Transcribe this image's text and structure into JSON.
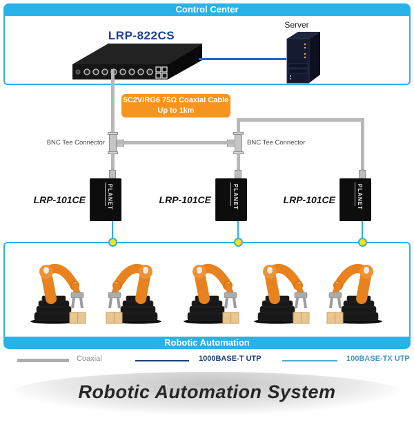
{
  "control_center": {
    "banner": "Control Center",
    "switch_label": "LRP-822CS",
    "server_label": "Server"
  },
  "coax_note": {
    "line1": "5C2V/RG6 75Ω Coaxial Cable",
    "line2": "Up to 1km"
  },
  "bnc": {
    "left_label": "BNC Tee Connector",
    "right_label": "BNC Tee Connector"
  },
  "converters": [
    {
      "label": "LRP-101CE",
      "brand": "PLANET"
    },
    {
      "label": "LRP-101CE",
      "brand": "PLANET"
    },
    {
      "label": "LRP-101CE",
      "brand": "PLANET"
    }
  ],
  "robotic": {
    "banner": "Robotic Automation",
    "robot_count": 5
  },
  "legend": {
    "coaxial": {
      "label": "Coaxial",
      "color": "#ADADAD"
    },
    "utp1000": {
      "label": "1000BASE-T UTP",
      "color": "#1B3E78"
    },
    "utp100": {
      "label": "100BASE-TX UTP",
      "color": "#4FA8D8"
    }
  },
  "title": "Robotic Automation System",
  "colors": {
    "cyan": "#29B2E8",
    "orange": "#F7941E",
    "cable_gray": "#B8B8B8",
    "yellow_dot": "#F2E41E",
    "switch_text": "#1C3F94",
    "server_link": "#2B62C4"
  }
}
